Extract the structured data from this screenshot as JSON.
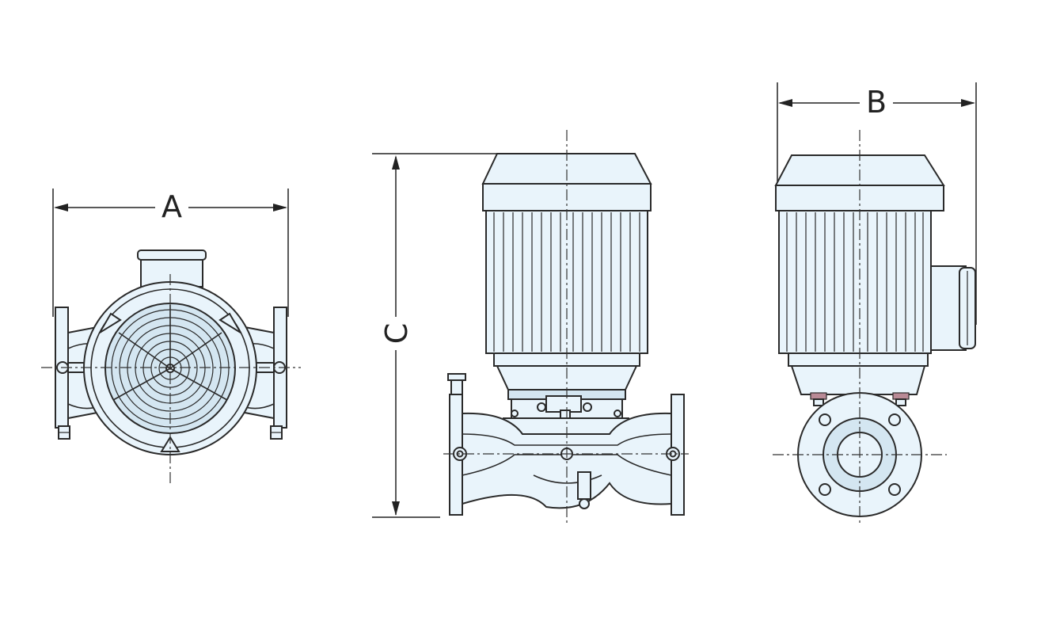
{
  "dimensions": {
    "width_front": "A",
    "width_side": "B",
    "height": "C"
  },
  "colors": {
    "body_fill": "#e9f4fb",
    "body_shade": "#d4e6f1",
    "outline": "#2a2a2a",
    "bolt_accent": "#b98a96"
  }
}
